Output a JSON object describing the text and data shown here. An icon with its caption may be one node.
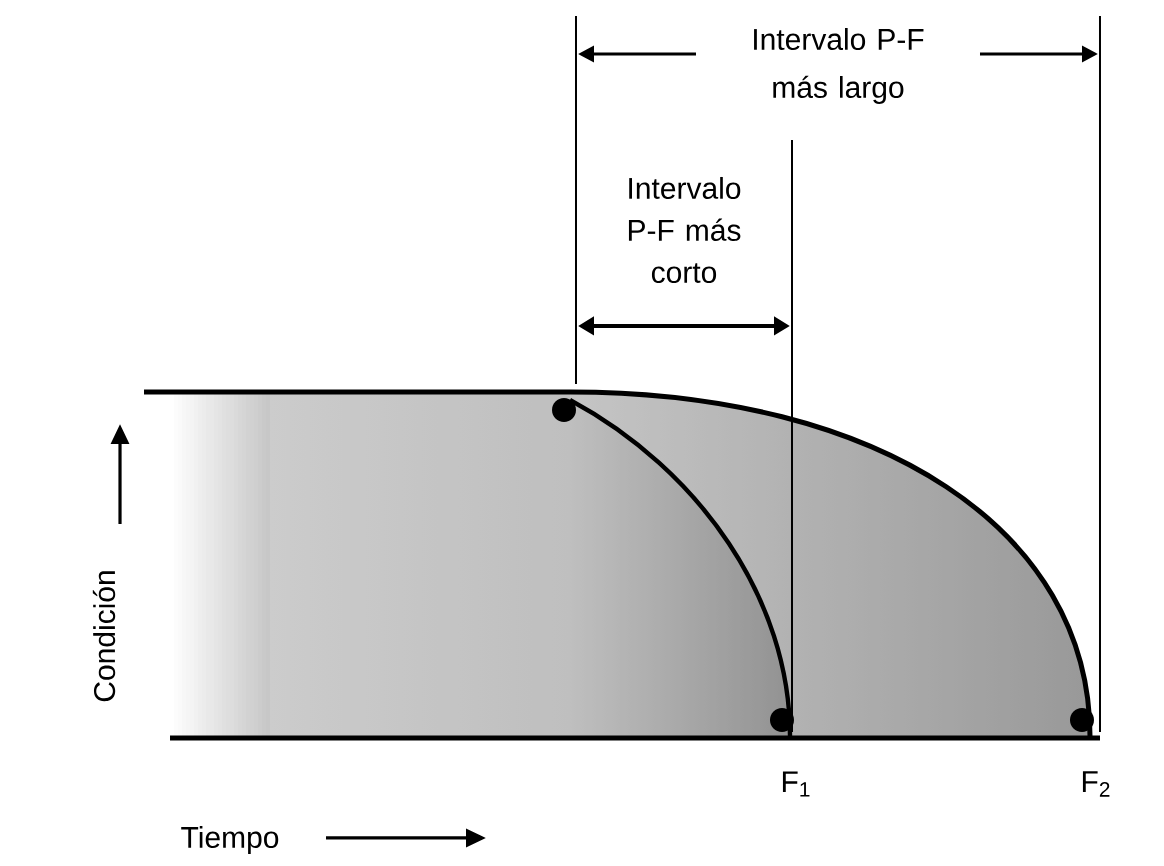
{
  "diagram": {
    "labels": [
      "Intervalo P-F más largo",
      "Intervalo P-F más corto",
      "Condición",
      "Tiempo",
      "F$_{1}$",
      "F$_{2}$"
    ]
  }
}
